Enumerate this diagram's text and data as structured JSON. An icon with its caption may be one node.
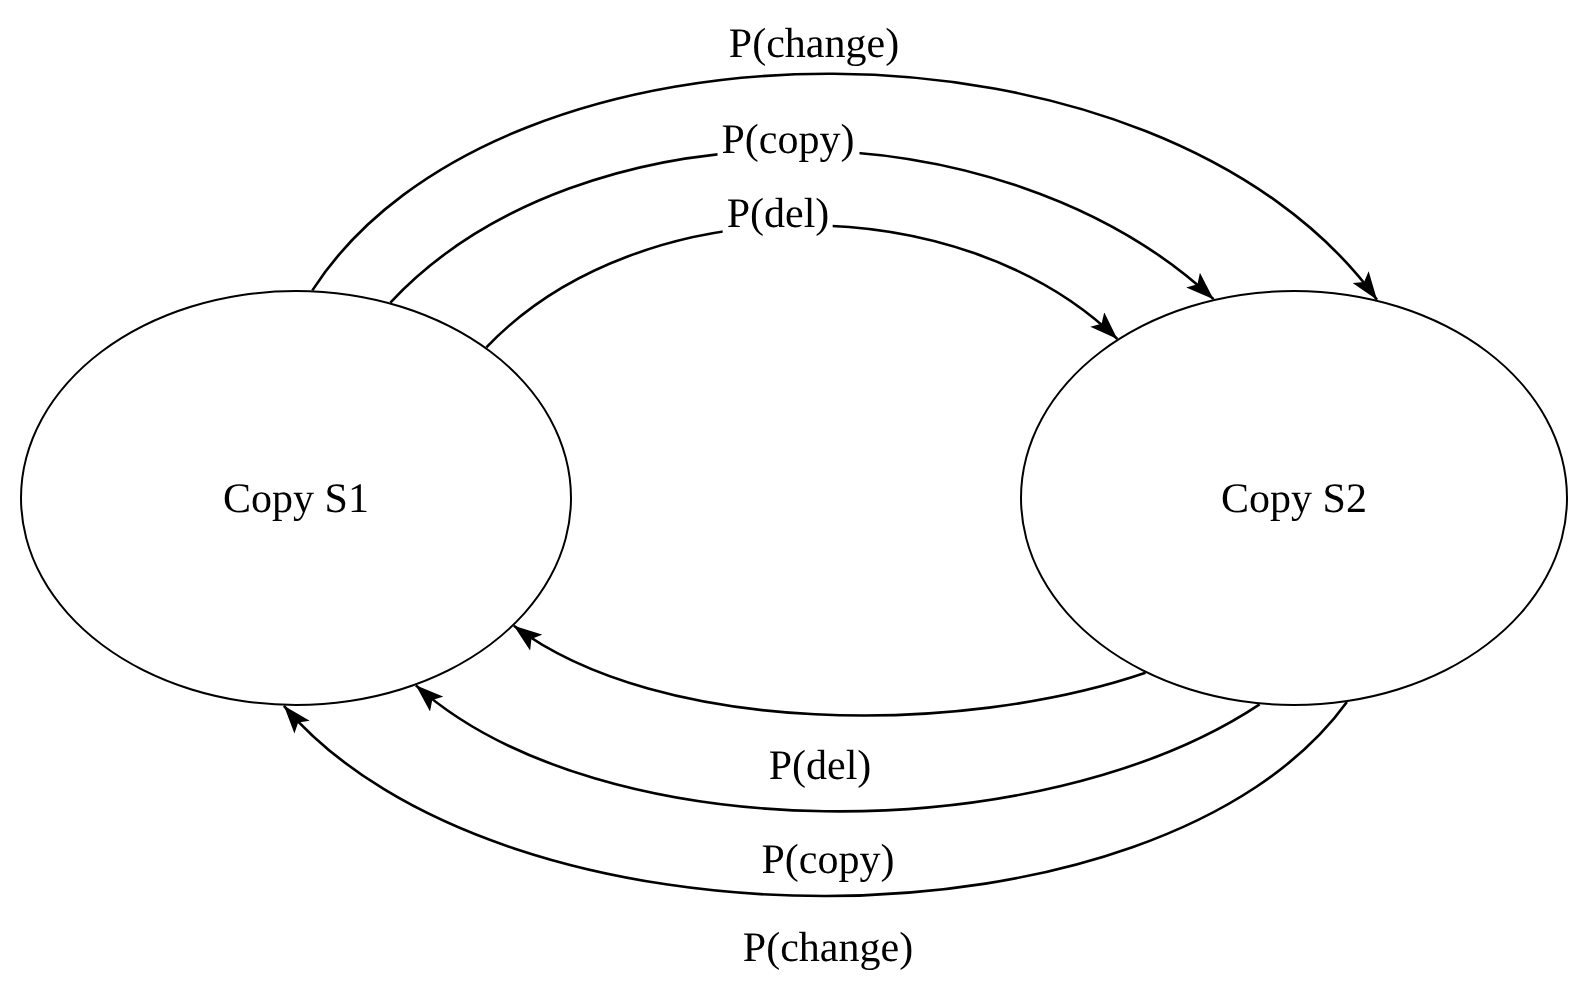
{
  "diagram": {
    "nodes": [
      {
        "text": [
          "Copy S1"
        ]
      },
      {
        "text": [
          "Copy S2"
        ]
      }
    ],
    "edges": [
      {
        "from": 0,
        "to": 1,
        "arrow": "to",
        "label": "P(change)"
      },
      {
        "from": 0,
        "to": 1,
        "arrow": "to",
        "label": "P(copy)"
      },
      {
        "from": 0,
        "to": 1,
        "arrow": "to",
        "label": "P(del)"
      },
      {
        "from": 1,
        "to": 0,
        "arrow": "to",
        "label": "P(del)"
      },
      {
        "from": 1,
        "to": 0,
        "arrow": "to",
        "label": "P(copy)"
      },
      {
        "from": 1,
        "to": 0,
        "arrow": "to",
        "label": "P(change)"
      }
    ]
  }
}
